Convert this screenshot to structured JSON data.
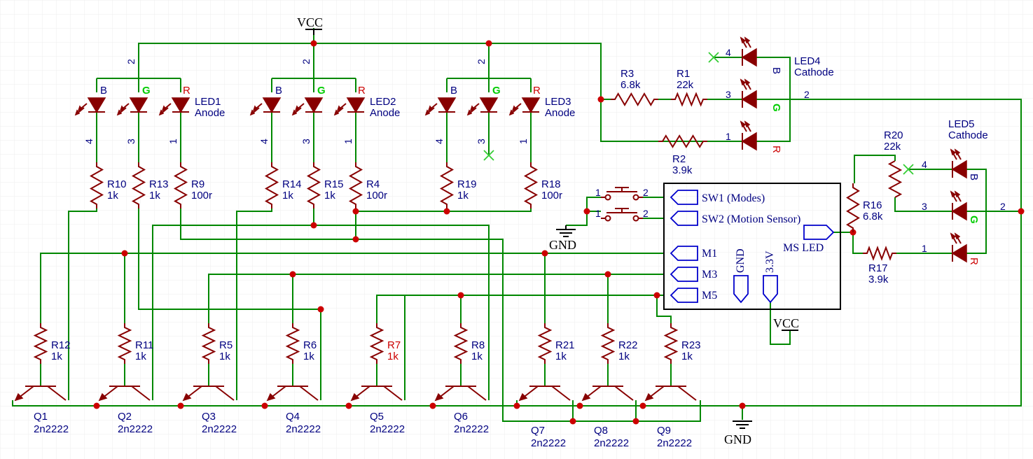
{
  "power": {
    "vcc_top": "VCC",
    "vcc_right": "VCC",
    "gnd_left": "GND",
    "gnd_right": "GND"
  },
  "leds_anode": [
    {
      "name": "LED1",
      "type": "Anode",
      "pins": [
        "2",
        "4",
        "3",
        "1"
      ],
      "colors": [
        "B",
        "G",
        "R"
      ]
    },
    {
      "name": "LED2",
      "type": "Anode",
      "pins": [
        "2",
        "4",
        "3",
        "1"
      ],
      "colors": [
        "B",
        "G",
        "R"
      ]
    },
    {
      "name": "LED3",
      "type": "Anode",
      "pins": [
        "2",
        "4",
        "3",
        "1"
      ],
      "colors": [
        "B",
        "G",
        "R"
      ]
    }
  ],
  "leds_cathode": [
    {
      "name": "LED4",
      "type": "Cathode",
      "pins": [
        "4",
        "3",
        "1",
        "2"
      ],
      "colors": [
        "B",
        "G",
        "R"
      ]
    },
    {
      "name": "LED5",
      "type": "Cathode",
      "pins": [
        "4",
        "3",
        "1",
        "2"
      ],
      "colors": [
        "B",
        "G",
        "R"
      ]
    }
  ],
  "resistors": {
    "R10": {
      "ref": "R10",
      "val": "1k"
    },
    "R13": {
      "ref": "R13",
      "val": "1k"
    },
    "R9": {
      "ref": "R9",
      "val": "100r"
    },
    "R14": {
      "ref": "R14",
      "val": "1k"
    },
    "R15": {
      "ref": "R15",
      "val": "1k"
    },
    "R4": {
      "ref": "R4",
      "val": "100r"
    },
    "R19": {
      "ref": "R19",
      "val": "1k"
    },
    "R18": {
      "ref": "R18",
      "val": "100r"
    },
    "R3": {
      "ref": "R3",
      "val": "6.8k"
    },
    "R1": {
      "ref": "R1",
      "val": "22k"
    },
    "R2": {
      "ref": "R2",
      "val": "3.9k"
    },
    "R20": {
      "ref": "R20",
      "val": "22k"
    },
    "R16": {
      "ref": "R16",
      "val": "6.8k"
    },
    "R17": {
      "ref": "R17",
      "val": "3.9k"
    },
    "R12": {
      "ref": "R12",
      "val": "1k"
    },
    "R11": {
      "ref": "R11",
      "val": "1k"
    },
    "R5": {
      "ref": "R5",
      "val": "1k"
    },
    "R6": {
      "ref": "R6",
      "val": "1k"
    },
    "R7": {
      "ref": "R7",
      "val": "1k"
    },
    "R8": {
      "ref": "R8",
      "val": "1k"
    },
    "R21": {
      "ref": "R21",
      "val": "1k"
    },
    "R22": {
      "ref": "R22",
      "val": "1k"
    },
    "R23": {
      "ref": "R23",
      "val": "1k"
    }
  },
  "transistors": [
    {
      "ref": "Q1",
      "val": "2n2222"
    },
    {
      "ref": "Q2",
      "val": "2n2222"
    },
    {
      "ref": "Q3",
      "val": "2n2222"
    },
    {
      "ref": "Q4",
      "val": "2n2222"
    },
    {
      "ref": "Q5",
      "val": "2n2222"
    },
    {
      "ref": "Q6",
      "val": "2n2222"
    },
    {
      "ref": "Q7",
      "val": "2n2222"
    },
    {
      "ref": "Q8",
      "val": "2n2222"
    },
    {
      "ref": "Q9",
      "val": "2n2222"
    }
  ],
  "switches": {
    "sw1_pin1": "1",
    "sw1_pin2": "2",
    "sw2_pin1": "1",
    "sw2_pin2": "2"
  },
  "mcu": {
    "sw1": "SW1 (Modes)",
    "sw2": "SW2 (Motion Sensor)",
    "m1": "M1",
    "m3": "M3",
    "m5": "M5",
    "gnd": "GND",
    "v33": "3.3V",
    "ms_led": "MS LED"
  },
  "colors": {
    "wire": "#008800",
    "part": "#880000",
    "label": "#000080",
    "junction": "#cc0000",
    "highlight": "#cc0000",
    "noconnect": "#33cc33"
  }
}
